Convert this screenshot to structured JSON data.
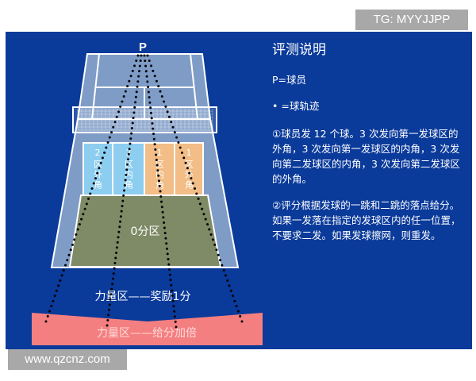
{
  "watermark_top": "TG: MYYJJPP",
  "watermark_bottom": "www.qzcnz.com",
  "court": {
    "player_label": "P",
    "zones": {
      "zone2_outer": "2区外角",
      "zone2_inner": "2区内角",
      "zone1_inner": "1区内角",
      "zone1_outer": "1区外角",
      "zero_zone": "0分区",
      "power_zone_bonus": "力量区——奖励1分",
      "power_zone_double": "力量区——给分加倍"
    }
  },
  "notes": {
    "title": "评测说明",
    "legend_player": "P=球员",
    "legend_ball": "• =球轨迹",
    "rule1": "①球员发 12 个球。3 次发向第一发球区的外角，3 次发向第一发球区的内角，3 次发向第二发球区的内角，3 次发向第二发球区的外角。",
    "rule2": "②评分根据发球的一跳和二跳的落点给分。如果一发落在指定的发球区内的任一位置，不要求二发。如果发球擦网，则重发。"
  },
  "colors": {
    "background": "#0a3a9a",
    "court": "#7f9cc7",
    "zone2": "#8ccdf0",
    "zone1": "#f2bd86",
    "zero_zone": "#7f8a66",
    "power_double": "#f47f80"
  }
}
